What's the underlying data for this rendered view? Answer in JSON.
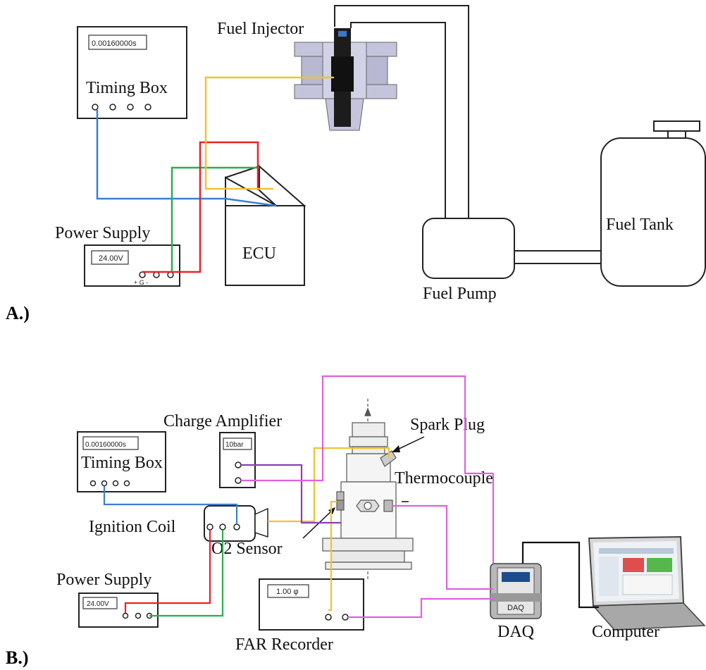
{
  "panel_a": {
    "label": "A.)",
    "timing_box": {
      "title": "Timing Box",
      "display": "0.00160000s"
    },
    "power_supply": {
      "title": "Power Supply",
      "display": "24.00V",
      "terminal_label": "+ G -"
    },
    "ecu": {
      "title": "ECU"
    },
    "fuel_injector": {
      "title": "Fuel Injector"
    },
    "fuel_pump": {
      "title": "Fuel Pump"
    },
    "fuel_tank": {
      "title": "Fuel Tank"
    }
  },
  "panel_b": {
    "label": "B.)",
    "timing_box": {
      "title": "Timing Box",
      "display": "0.00160000s"
    },
    "charge_amplifier": {
      "title": "Charge Amplifier",
      "display": "10bar"
    },
    "spark_plug": {
      "title": "Spark Plug"
    },
    "thermocouple": {
      "title": "Thermocouple"
    },
    "ignition_coil": {
      "title": "Ignition Coil"
    },
    "o2_sensor": {
      "title": "O2 Sensor"
    },
    "power_supply": {
      "title": "Power Supply",
      "display": "24.00V"
    },
    "far_recorder": {
      "title": "FAR Recorder",
      "display": "1.00 φ"
    },
    "daq": {
      "title": "DAQ",
      "badge": "DAQ"
    },
    "computer": {
      "title": "Computer"
    }
  },
  "wire_colors": {
    "blue": "#3b7fd0",
    "red": "#e8222a",
    "green": "#2ab04a",
    "yellow": "#f2c230",
    "magenta": "#e060e0",
    "purple": "#8a3fb8",
    "black": "#111111"
  }
}
